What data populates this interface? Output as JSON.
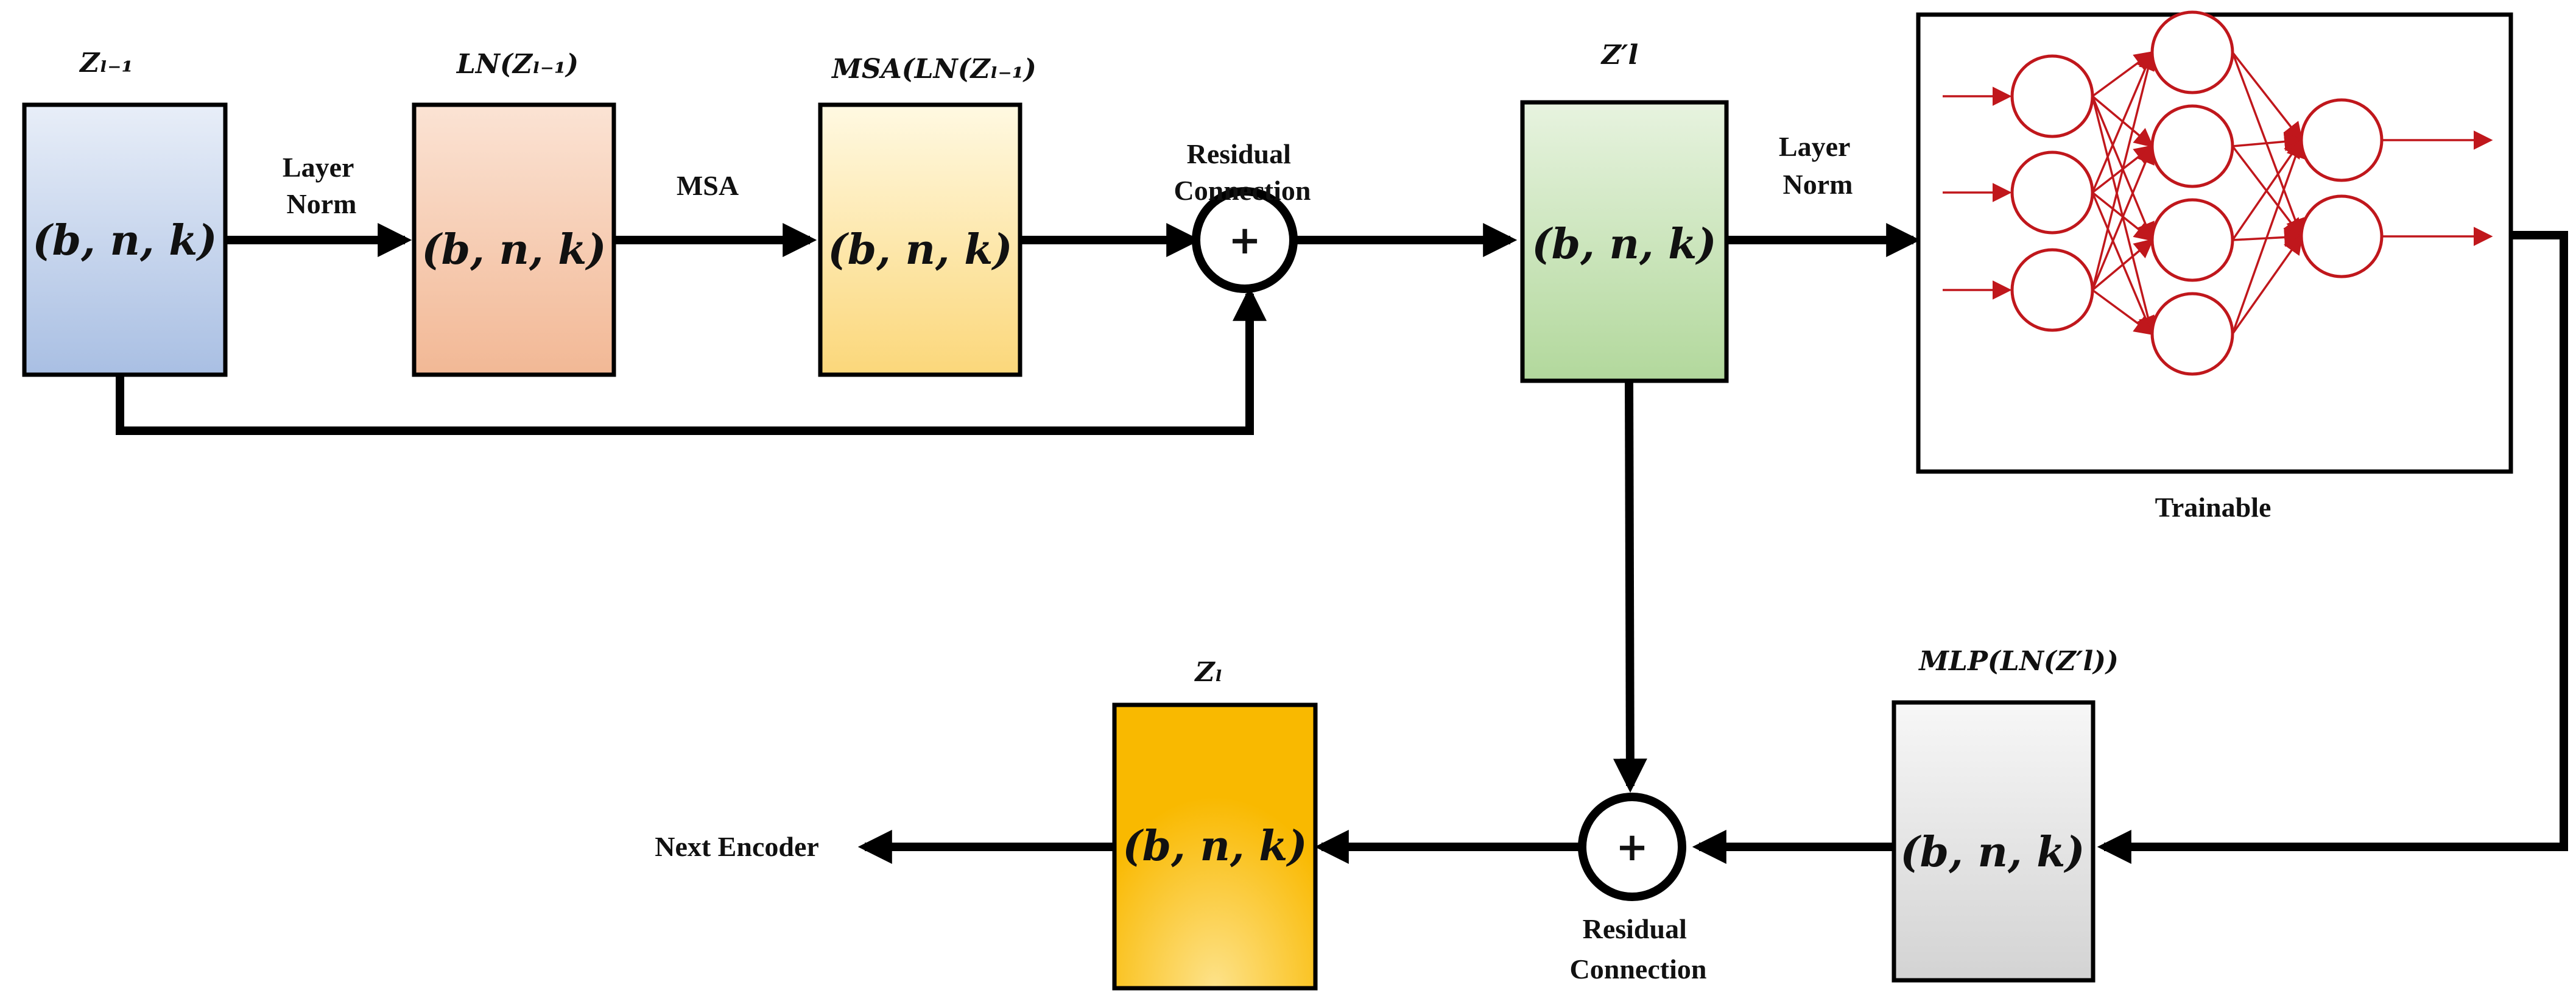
{
  "blocks": {
    "z_prev": {
      "title": "Zₗ₋₁",
      "shape": "(b, n, k)",
      "color_top": "#e8eef8",
      "color_bottom": "#a9bfe3"
    },
    "ln": {
      "title": "LN(Zₗ₋₁)",
      "shape": "(b, n, k)",
      "color_top": "#fbe3d4",
      "color_bottom": "#f2b895"
    },
    "msa": {
      "title": "MSA(LN(Zₗ₋₁)",
      "shape": "(b, n, k)",
      "color_top": "#fff9e2",
      "color_bottom": "#fbd77a"
    },
    "z_prime": {
      "title": "Z′l",
      "shape": "(b, n, k)",
      "color_top": "#e7f3df",
      "color_bottom": "#b2d89c"
    },
    "mlp": {
      "title": "MLP(LN(Z′l))",
      "shape": "(b, n, k)",
      "color_top": "#f7f7f7",
      "color_bottom": "#d3d3d3"
    },
    "z_out": {
      "title": "Zₗ",
      "shape": "(b, n, k)",
      "color_top": "#f9b900",
      "color_bottom": "#fde28a"
    }
  },
  "labels": {
    "layer_norm_1": [
      "Layer",
      "Norm"
    ],
    "msa": "MSA",
    "residual_1": [
      "Residual",
      "Connection"
    ],
    "layer_norm_2": [
      "Layer",
      "Norm"
    ],
    "trainable": "Trainable",
    "residual_2": [
      "Residual",
      "Connection"
    ],
    "next_encoder": "Next Encoder"
  },
  "operators": {
    "add_1": "+",
    "add_2": "+"
  },
  "network": {
    "layers": [
      3,
      4,
      2
    ],
    "color": "#c0171c"
  }
}
